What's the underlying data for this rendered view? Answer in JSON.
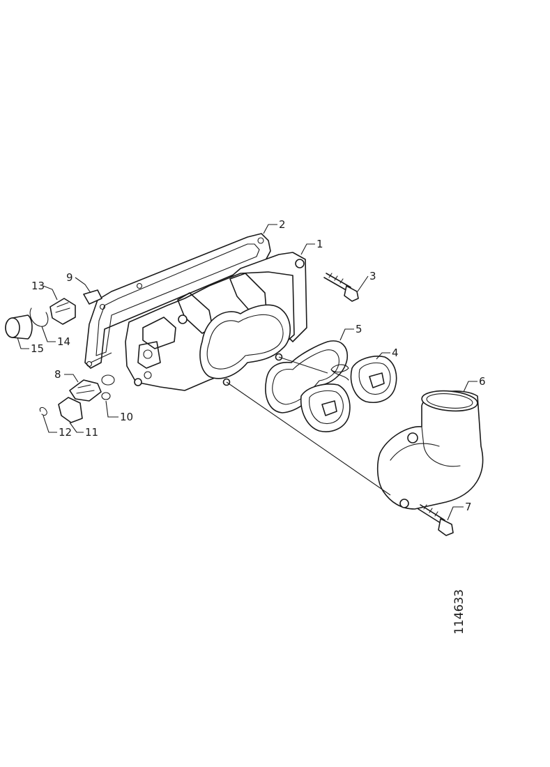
{
  "figure": {
    "reference_number": "114633",
    "callouts": [
      {
        "id": 1,
        "label": "1"
      },
      {
        "id": 2,
        "label": "2"
      },
      {
        "id": 3,
        "label": "3"
      },
      {
        "id": 4,
        "label": "4"
      },
      {
        "id": 5,
        "label": "5"
      },
      {
        "id": 6,
        "label": "6"
      },
      {
        "id": 7,
        "label": "7"
      },
      {
        "id": 8,
        "label": "8"
      },
      {
        "id": 9,
        "label": "9"
      },
      {
        "id": 10,
        "label": "10"
      },
      {
        "id": 11,
        "label": "11"
      },
      {
        "id": 12,
        "label": "12"
      },
      {
        "id": 13,
        "label": "13"
      },
      {
        "id": 14,
        "label": "14"
      },
      {
        "id": 15,
        "label": "15"
      }
    ]
  }
}
